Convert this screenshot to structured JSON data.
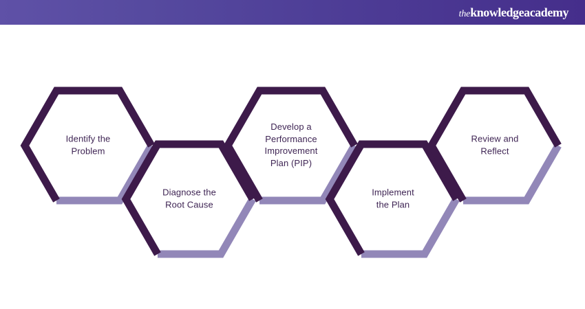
{
  "header": {
    "logo": {
      "prefix": "the",
      "word1": "knowledge",
      "word2": "academy"
    },
    "gradient_from": "#5f51a7",
    "gradient_to": "#452e8b"
  },
  "diagram": {
    "type": "hexagon-process-flow",
    "colors": {
      "dark_edge": "#3d1a4a",
      "light_edge": "#9287b8",
      "text": "#3f2554",
      "background": "#ffffff"
    },
    "steps": [
      {
        "index": 1,
        "label": "Identify the\nProblem",
        "position": "up"
      },
      {
        "index": 2,
        "label": "Diagnose the\nRoot Cause",
        "position": "down"
      },
      {
        "index": 3,
        "label": "Develop a\nPerformance\nImprovement\nPlan (PIP)",
        "position": "up"
      },
      {
        "index": 4,
        "label": "Implement\nthe Plan",
        "position": "down"
      },
      {
        "index": 5,
        "label": "Review and\nReflect",
        "position": "up"
      }
    ]
  }
}
